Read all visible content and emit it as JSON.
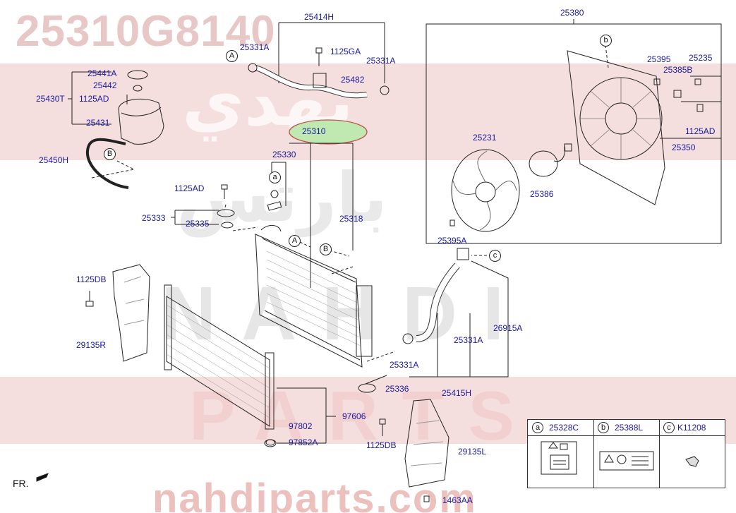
{
  "watermark": {
    "part_number": "25310G8140",
    "brand": "NAHDI",
    "parts": "PARTS",
    "url": "nahdiparts.com",
    "arabic_1": "نهدي",
    "arabic_2": "بارتس"
  },
  "labels": {
    "p25414H": "25414H",
    "p25331A_1": "25331A",
    "p1125GA": "1125GA",
    "p25331A_2": "25331A",
    "p25482": "25482",
    "p25441A": "25441A",
    "p25442": "25442",
    "p25430T": "25430T",
    "p1125AD_1": "1125AD",
    "p25431": "25431",
    "p25310": "25310",
    "p25450H": "25450H",
    "p25330": "25330",
    "p1125AD_2": "1125AD",
    "p25333": "25333",
    "p25335": "25335",
    "p25318": "25318",
    "p25380": "25380",
    "p25395": "25395",
    "p25235": "25235",
    "p25385B": "25385B",
    "p1125AD_3": "1125AD",
    "p25231": "25231",
    "p25350": "25350",
    "p25386": "25386",
    "p25395A": "25395A",
    "p1125DB_1": "1125DB",
    "p29135R": "29135R",
    "p26915A": "26915A",
    "p25331A_3": "25331A",
    "p25331A_4": "25331A",
    "p25415H": "25415H",
    "p25336": "25336",
    "p97606": "97606",
    "p97802": "97802",
    "p97852A": "97852A",
    "p1125DB_2": "1125DB",
    "p29135L": "29135L",
    "p1463AA": "1463AA"
  },
  "callouts": {
    "A1": "A",
    "B1": "B",
    "a1": "a",
    "A2": "A",
    "B2": "B",
    "b1": "b",
    "c1": "c"
  },
  "front_label": "FR.",
  "legend": {
    "items": [
      {
        "letter": "a",
        "part": "25328C"
      },
      {
        "letter": "b",
        "part": "25388L"
      },
      {
        "letter": "c",
        "part": "K11208"
      }
    ]
  }
}
